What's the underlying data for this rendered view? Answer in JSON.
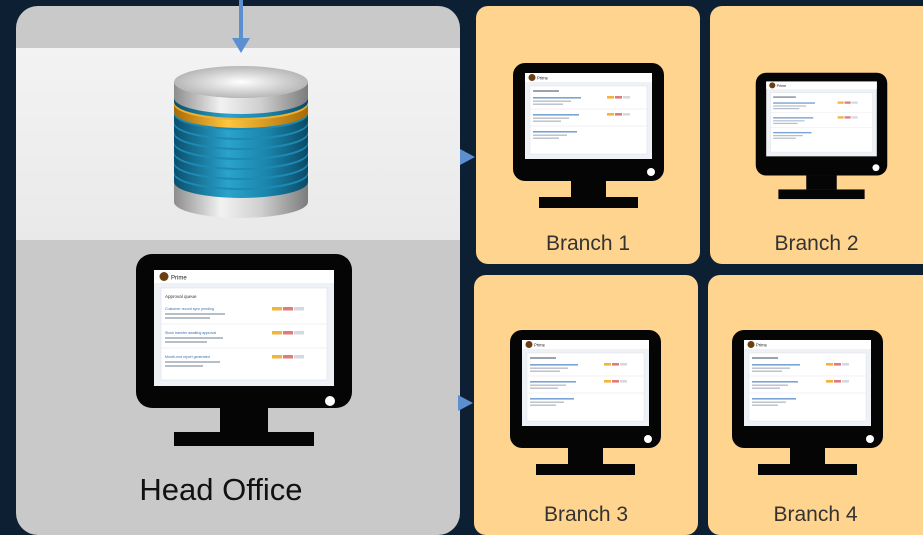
{
  "head_office": {
    "label": "Head Office",
    "screen": {
      "app_name": "Prime",
      "row_title": "Approval queue",
      "rows": [
        "Customer record sync pending",
        "Stock transfer awaiting approval",
        "Month-end report generated"
      ]
    }
  },
  "branches": [
    {
      "label": "Branch 1",
      "app_name": "Prime"
    },
    {
      "label": "Branch 2",
      "app_name": "Prime"
    },
    {
      "label": "Branch 3",
      "app_name": "Prime"
    },
    {
      "label": "Branch 4",
      "app_name": "Prime"
    }
  ],
  "colors": {
    "background": "#0d2033",
    "head_office_panel": "#c9c9c9",
    "branch_panel": "#ffd48e",
    "arrow": "#5b8fd0",
    "database_disc": "#1c7fa6",
    "database_accent": "#e8a21c"
  },
  "icons": {
    "database": "database-icon",
    "computer": "desktop-monitor-icon",
    "arrow": "arrow-icon"
  }
}
